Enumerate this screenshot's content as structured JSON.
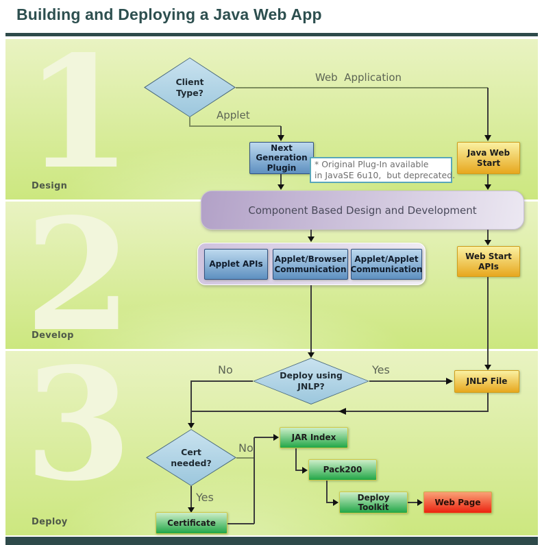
{
  "title": "Building and Deploying a Java Web App",
  "sections": [
    {
      "number": "1",
      "label": "Design"
    },
    {
      "number": "2",
      "label": "Develop"
    },
    {
      "number": "3",
      "label": "Deploy"
    }
  ],
  "nodes": {
    "client_type": "Client Type?",
    "next_gen_plugin": "Next Generation Plugin",
    "java_web_start": "Java Web Start",
    "component": "Component Based Design and Development",
    "applet_apis": "Applet APIs",
    "applet_browser": "Applet/Browser Communication",
    "applet_applet": "Applet/Applet Communication",
    "web_start_apis": "Web Start APIs",
    "deploy_jnlp": "Deploy using JNLP?",
    "jnlp_file": "JNLP File",
    "cert_needed": "Cert needed?",
    "jar_index": "JAR Index",
    "pack200": "Pack200",
    "deploy_toolkit": "Deploy Toolkit",
    "web_page": "Web Page",
    "certificate": "Certificate"
  },
  "note": {
    "line1": "* Original Plug-In available",
    "line2": "in JavaSE 6u10,  but deprecated."
  },
  "edge_labels": {
    "web_application": "Web  Application",
    "applet": "Applet",
    "jnlp_no": "No",
    "jnlp_yes": "Yes",
    "cert_no": "No",
    "cert_yes": "Yes"
  },
  "colors": {
    "header_teal": "#2e4a4a",
    "section_green_top": "#e9f3c2",
    "section_green_bottom": "#cce77f",
    "gold_box": "#e7a71e",
    "blue_box": "#5e90c0",
    "green_box": "#21a647",
    "red_box": "#ec2310",
    "purple_band": "#b2a1c7",
    "diamond_fill": "#b5d6e8"
  }
}
